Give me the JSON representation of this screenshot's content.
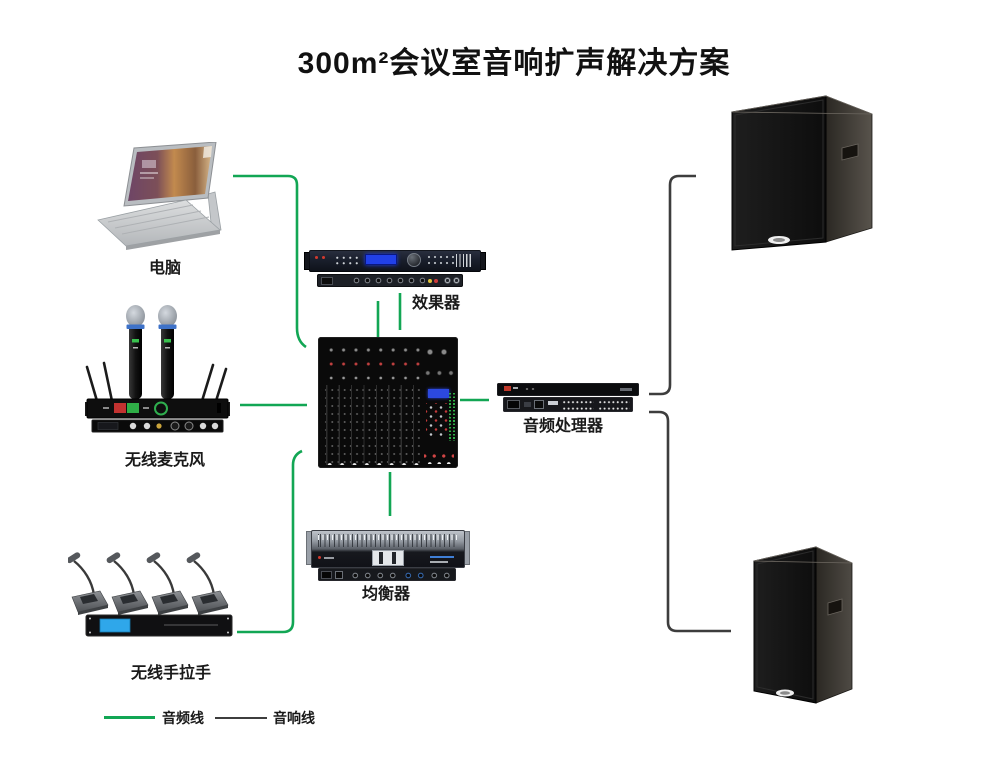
{
  "title": "300m²会议室音响扩声解决方案",
  "nodes": {
    "laptop": {
      "label": "电脑"
    },
    "wireless_mic": {
      "label": "无线麦克风"
    },
    "conference": {
      "label": "无线手拉手"
    },
    "effects": {
      "label": "效果器"
    },
    "mixer": {},
    "equalizer": {
      "label": "均衡器"
    },
    "processor": {
      "label": "音频处理器"
    },
    "speaker_top": {},
    "speaker_bottom": {}
  },
  "legend": [
    {
      "label": "音频线",
      "color": "#12a654"
    },
    {
      "label": "音响线",
      "color": "#3d3d3d"
    }
  ],
  "connections": [
    {
      "from": "laptop",
      "to": "mixer",
      "type": "audio"
    },
    {
      "from": "wireless_mic",
      "to": "mixer",
      "type": "audio"
    },
    {
      "from": "conference",
      "to": "mixer",
      "type": "audio"
    },
    {
      "from": "mixer",
      "to": "effects",
      "type": "audio"
    },
    {
      "from": "effects",
      "to": "mixer",
      "type": "audio"
    },
    {
      "from": "mixer",
      "to": "equalizer",
      "type": "audio"
    },
    {
      "from": "mixer",
      "to": "processor",
      "type": "audio"
    },
    {
      "from": "processor",
      "to": "speaker_top",
      "type": "speaker"
    },
    {
      "from": "processor",
      "to": "speaker_bottom",
      "type": "speaker"
    }
  ]
}
